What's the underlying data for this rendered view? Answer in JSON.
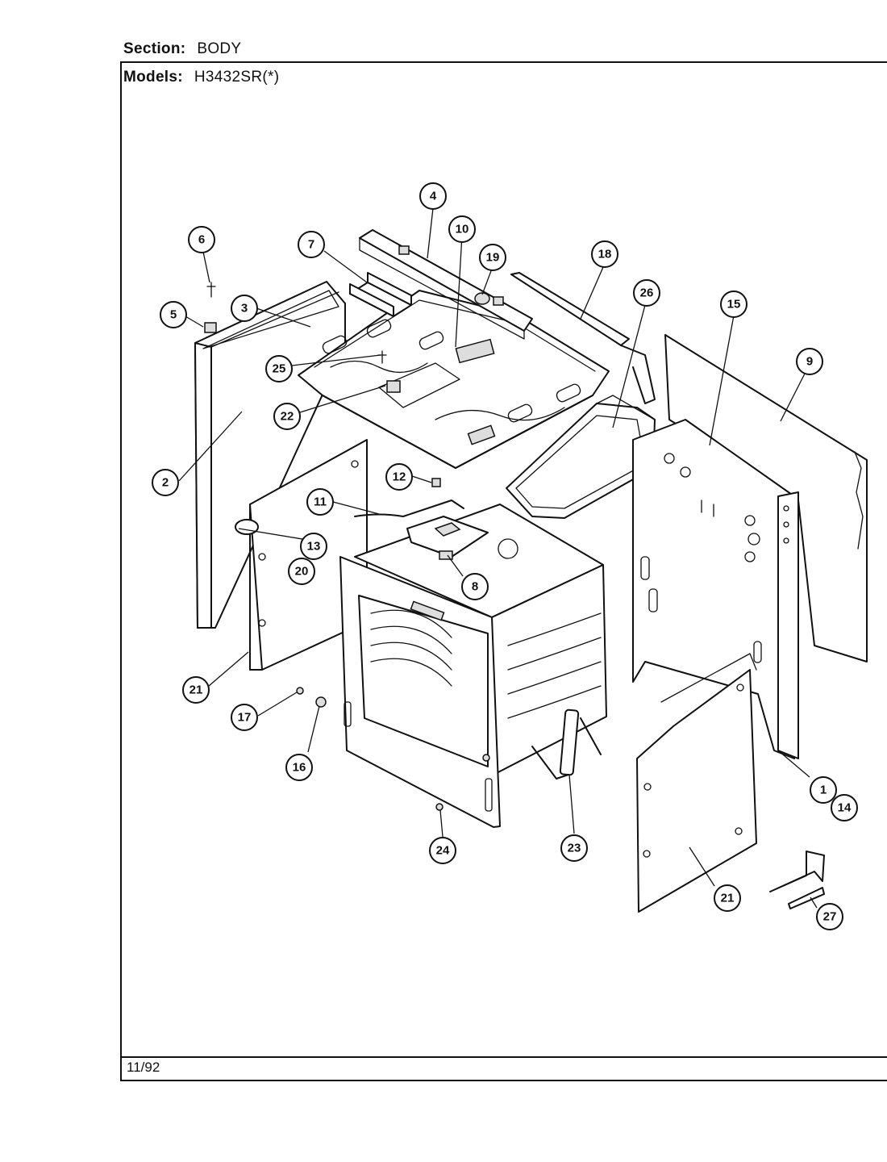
{
  "header": {
    "section_label": "Section:",
    "section_value": "BODY",
    "models_label": "Models:",
    "models_value": "H3432SR(*)"
  },
  "footer": {
    "date": "11/92"
  },
  "callouts": {
    "c1": "1",
    "c2": "2",
    "c3": "3",
    "c4": "4",
    "c5": "5",
    "c6": "6",
    "c7": "7",
    "c8": "8",
    "c9": "9",
    "c10": "10",
    "c11": "11",
    "c12": "12",
    "c13": "13",
    "c14": "14",
    "c15": "15",
    "c16": "16",
    "c17": "17",
    "c18": "18",
    "c19": "19",
    "c20": "20",
    "c21a": "21",
    "c21b": "21",
    "c22": "22",
    "c23": "23",
    "c24": "24",
    "c25": "25",
    "c26": "26",
    "c27": "27"
  }
}
